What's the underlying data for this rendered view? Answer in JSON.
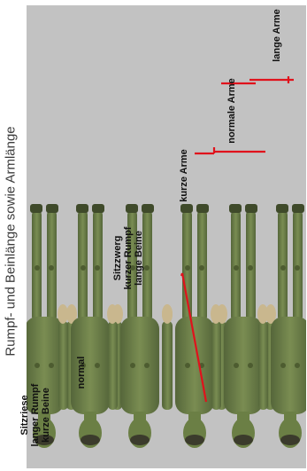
{
  "title": "Rumpf- und Beinlänge  sowie Armlänge",
  "labels": {
    "sitzriese": "Sitzriese\nlanger Rumpf\nkurze Beine",
    "normal": "normal",
    "sitzzwerg": "Sitzzwerg\nkurzer Rumpf\nlange Beine",
    "kurze_arme": "kurze Arme",
    "normale_arme": "normale Arme",
    "lange_arme": "lange Arme"
  },
  "colors": {
    "panel_background": "#c2c2c2",
    "skin": "#6b7f45",
    "skin_shade": "#4d5c30",
    "hand": "#c9b78e",
    "marker": "#e0121c"
  }
}
